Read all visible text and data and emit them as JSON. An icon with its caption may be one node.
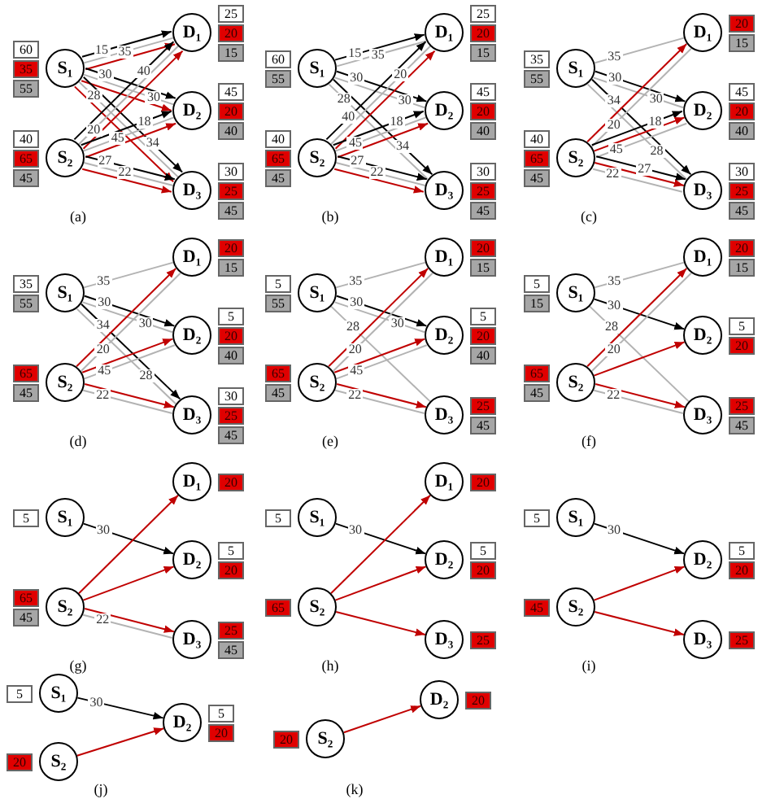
{
  "diagram": {
    "nodes": [
      {
        "text": [
          "S₁"
        ],
        "beside": [
          "60",
          "35",
          "55"
        ]
      },
      {
        "text": [
          "S₂"
        ],
        "beside": [
          "40",
          "65",
          "45"
        ]
      },
      {
        "text": [
          "D₁"
        ],
        "beside": [
          "25",
          "20",
          "15"
        ]
      },
      {
        "text": [
          "D₂"
        ],
        "beside": [
          "45",
          "20",
          "40"
        ]
      },
      {
        "text": [
          "D₃"
        ],
        "beside": [
          "30",
          "25",
          "45"
        ]
      },
      {
        "text": [
          "S₁"
        ],
        "beside": [
          "60",
          "55"
        ]
      },
      {
        "text": [
          "S₂"
        ],
        "beside": [
          "40",
          "65",
          "45"
        ]
      },
      {
        "text": [
          "D₁"
        ],
        "beside": [
          "25",
          "20",
          "15"
        ]
      },
      {
        "text": [
          "D₂"
        ],
        "beside": [
          "45",
          "20",
          "40"
        ]
      },
      {
        "text": [
          "D₃"
        ],
        "beside": [
          "30",
          "25",
          "45"
        ]
      },
      {
        "text": [
          "S₁"
        ],
        "beside": [
          "35",
          "55"
        ]
      },
      {
        "text": [
          "S₂"
        ],
        "beside": [
          "40",
          "65",
          "45"
        ]
      },
      {
        "text": [
          "D₁"
        ],
        "beside": [
          "20",
          "15"
        ]
      },
      {
        "text": [
          "D₂"
        ],
        "beside": [
          "45",
          "20",
          "40"
        ]
      },
      {
        "text": [
          "D₃"
        ],
        "beside": [
          "30",
          "25",
          "45"
        ]
      },
      {
        "text": [
          "S₁"
        ],
        "beside": [
          "35",
          "55"
        ]
      },
      {
        "text": [
          "S₂"
        ],
        "beside": [
          "65",
          "45"
        ]
      },
      {
        "text": [
          "D₁"
        ],
        "beside": [
          "20",
          "15"
        ]
      },
      {
        "text": [
          "D₂"
        ],
        "beside": [
          "5",
          "20",
          "40"
        ]
      },
      {
        "text": [
          "D₃"
        ],
        "beside": [
          "30",
          "25",
          "45"
        ]
      },
      {
        "text": [
          "S₁"
        ],
        "beside": [
          "5",
          "55"
        ]
      },
      {
        "text": [
          "S₂"
        ],
        "beside": [
          "65",
          "45"
        ]
      },
      {
        "text": [
          "D₁"
        ],
        "beside": [
          "20",
          "15"
        ]
      },
      {
        "text": [
          "D₂"
        ],
        "beside": [
          "5",
          "20",
          "40"
        ]
      },
      {
        "text": [
          "D₃"
        ],
        "beside": [
          "25",
          "45"
        ]
      },
      {
        "text": [
          "S₁"
        ],
        "beside": [
          "5",
          "15"
        ]
      },
      {
        "text": [
          "S₂"
        ],
        "beside": [
          "65",
          "45"
        ]
      },
      {
        "text": [
          "D₁"
        ],
        "beside": [
          "20",
          "15"
        ]
      },
      {
        "text": [
          "D₂"
        ],
        "beside": [
          "5",
          "20"
        ]
      },
      {
        "text": [
          "D₃"
        ],
        "beside": [
          "25",
          "45"
        ]
      },
      {
        "text": [
          "S₁"
        ],
        "beside": [
          "5"
        ]
      },
      {
        "text": [
          "S₂"
        ],
        "beside": [
          "65",
          "45"
        ]
      },
      {
        "text": [
          "D₁"
        ],
        "beside": [
          "20"
        ]
      },
      {
        "text": [
          "D₂"
        ],
        "beside": [
          "5",
          "20"
        ]
      },
      {
        "text": [
          "D₃"
        ],
        "beside": [
          "25",
          "45"
        ]
      },
      {
        "text": [
          "S₁"
        ],
        "beside": [
          "5"
        ]
      },
      {
        "text": [
          "S₂"
        ],
        "beside": [
          "65"
        ]
      },
      {
        "text": [
          "D₁"
        ],
        "beside": [
          "20"
        ]
      },
      {
        "text": [
          "D₂"
        ],
        "beside": [
          "5",
          "20"
        ]
      },
      {
        "text": [
          "D₃"
        ],
        "beside": [
          "25"
        ]
      },
      {
        "text": [
          "S₁"
        ],
        "beside": [
          "5"
        ]
      },
      {
        "text": [
          "S₂"
        ],
        "beside": [
          "45"
        ]
      },
      {
        "text": [
          "D₂"
        ],
        "beside": [
          "5",
          "20"
        ]
      },
      {
        "text": [
          "D₃"
        ],
        "beside": [
          "25"
        ]
      },
      {
        "text": [
          "S₁"
        ],
        "beside": [
          "5"
        ]
      },
      {
        "text": [
          "S₂"
        ],
        "beside": [
          "20"
        ]
      },
      {
        "text": [
          "D₂"
        ],
        "beside": [
          "5",
          "20"
        ]
      },
      {
        "text": [
          "S₂"
        ],
        "beside": [
          "20"
        ]
      },
      {
        "text": [
          "D₂"
        ],
        "beside": [
          "20"
        ]
      }
    ],
    "edges": [
      {
        "from": 0,
        "to": 2,
        "arrow": "to",
        "label": "15",
        "color": "#000000"
      },
      {
        "from": 0,
        "to": 2,
        "arrow": "none",
        "label": "35"
      },
      {
        "from": 0,
        "to": 2,
        "arrow": "to",
        "color": "#c00000"
      },
      {
        "from": 0,
        "to": 3,
        "arrow": "to",
        "label": "30",
        "color": "#000000"
      },
      {
        "from": 0,
        "to": 3,
        "arrow": "none",
        "label": "30"
      },
      {
        "from": 0,
        "to": 3,
        "arrow": "to",
        "color": "#c00000"
      },
      {
        "from": 0,
        "to": 4,
        "arrow": "to",
        "label": "34",
        "color": "#000000"
      },
      {
        "from": 0,
        "to": 4,
        "arrow": "none",
        "label": "28"
      },
      {
        "from": 0,
        "to": 4,
        "arrow": "to",
        "color": "#c00000"
      },
      {
        "from": 1,
        "to": 2,
        "arrow": "to",
        "label": "40",
        "color": "#000000"
      },
      {
        "from": 1,
        "to": 2,
        "arrow": "none",
        "label": "20"
      },
      {
        "from": 1,
        "to": 2,
        "arrow": "to",
        "color": "#c00000"
      },
      {
        "from": 1,
        "to": 3,
        "arrow": "to",
        "label": "18",
        "color": "#000000"
      },
      {
        "from": 1,
        "to": 3,
        "arrow": "none",
        "label": "45"
      },
      {
        "from": 1,
        "to": 3,
        "arrow": "to",
        "color": "#c00000"
      },
      {
        "from": 1,
        "to": 4,
        "arrow": "to",
        "label": "27",
        "color": "#000000"
      },
      {
        "from": 1,
        "to": 4,
        "arrow": "none",
        "label": "22"
      },
      {
        "from": 1,
        "to": 4,
        "arrow": "to",
        "color": "#c00000"
      },
      {
        "from": 5,
        "to": 7,
        "arrow": "to",
        "label": "15",
        "color": "#000000"
      },
      {
        "from": 5,
        "to": 7,
        "arrow": "none",
        "label": "35"
      },
      {
        "from": 5,
        "to": 8,
        "arrow": "to",
        "label": "30",
        "color": "#000000"
      },
      {
        "from": 5,
        "to": 8,
        "arrow": "none",
        "label": "30"
      },
      {
        "from": 5,
        "to": 9,
        "arrow": "to",
        "label": "34",
        "color": "#000000"
      },
      {
        "from": 5,
        "to": 9,
        "arrow": "none",
        "label": "28"
      },
      {
        "from": 6,
        "to": 7,
        "arrow": "to",
        "label": "40",
        "color": "#000000"
      },
      {
        "from": 6,
        "to": 7,
        "arrow": "none",
        "label": "20"
      },
      {
        "from": 6,
        "to": 7,
        "arrow": "to",
        "color": "#c00000"
      },
      {
        "from": 6,
        "to": 8,
        "arrow": "to",
        "label": "18",
        "color": "#000000"
      },
      {
        "from": 6,
        "to": 8,
        "arrow": "none",
        "label": "45"
      },
      {
        "from": 6,
        "to": 8,
        "arrow": "to",
        "color": "#c00000"
      },
      {
        "from": 6,
        "to": 9,
        "arrow": "to",
        "label": "27",
        "color": "#000000"
      },
      {
        "from": 6,
        "to": 9,
        "arrow": "none",
        "label": "22"
      },
      {
        "from": 6,
        "to": 9,
        "arrow": "to",
        "color": "#c00000"
      },
      {
        "from": 10,
        "to": 12,
        "arrow": "none",
        "label": "35"
      },
      {
        "from": 10,
        "to": 13,
        "arrow": "to",
        "label": "30",
        "color": "#000000"
      },
      {
        "from": 10,
        "to": 13,
        "arrow": "none",
        "label": "30"
      },
      {
        "from": 10,
        "to": 14,
        "arrow": "to",
        "label": "34",
        "color": "#000000"
      },
      {
        "from": 10,
        "to": 14,
        "arrow": "none",
        "label": "28"
      },
      {
        "from": 11,
        "to": 12,
        "arrow": "to",
        "color": "#c00000"
      },
      {
        "from": 11,
        "to": 12,
        "arrow": "none",
        "label": "20"
      },
      {
        "from": 11,
        "to": 13,
        "arrow": "to",
        "label": "18",
        "color": "#000000"
      },
      {
        "from": 11,
        "to": 13,
        "arrow": "to",
        "color": "#c00000"
      },
      {
        "from": 11,
        "to": 13,
        "arrow": "none",
        "label": "45"
      },
      {
        "from": 11,
        "to": 14,
        "arrow": "to",
        "label": "27",
        "color": "#000000"
      },
      {
        "from": 11,
        "to": 14,
        "arrow": "to",
        "color": "#c00000"
      },
      {
        "from": 11,
        "to": 14,
        "arrow": "none",
        "label": "22"
      },
      {
        "from": 15,
        "to": 17,
        "arrow": "none",
        "label": "35"
      },
      {
        "from": 15,
        "to": 18,
        "arrow": "to",
        "label": "30",
        "color": "#000000"
      },
      {
        "from": 15,
        "to": 18,
        "arrow": "none",
        "label": "30"
      },
      {
        "from": 15,
        "to": 19,
        "arrow": "to",
        "label": "34",
        "color": "#000000"
      },
      {
        "from": 15,
        "to": 19,
        "arrow": "none",
        "label": "28"
      },
      {
        "from": 16,
        "to": 17,
        "arrow": "to",
        "color": "#c00000"
      },
      {
        "from": 16,
        "to": 17,
        "arrow": "none",
        "label": "20"
      },
      {
        "from": 16,
        "to": 18,
        "arrow": "to",
        "color": "#c00000"
      },
      {
        "from": 16,
        "to": 18,
        "arrow": "none",
        "label": "45"
      },
      {
        "from": 16,
        "to": 19,
        "arrow": "to",
        "color": "#c00000"
      },
      {
        "from": 16,
        "to": 19,
        "arrow": "none",
        "label": "22"
      },
      {
        "from": 20,
        "to": 22,
        "arrow": "none",
        "label": "35"
      },
      {
        "from": 20,
        "to": 23,
        "arrow": "to",
        "label": "30",
        "color": "#000000"
      },
      {
        "from": 20,
        "to": 23,
        "arrow": "none",
        "label": "30"
      },
      {
        "from": 20,
        "to": 24,
        "arrow": "none",
        "label": "28"
      },
      {
        "from": 21,
        "to": 22,
        "arrow": "to",
        "color": "#c00000"
      },
      {
        "from": 21,
        "to": 22,
        "arrow": "none",
        "label": "20"
      },
      {
        "from": 21,
        "to": 23,
        "arrow": "to",
        "color": "#c00000"
      },
      {
        "from": 21,
        "to": 23,
        "arrow": "none",
        "label": "45"
      },
      {
        "from": 21,
        "to": 24,
        "arrow": "to",
        "color": "#c00000"
      },
      {
        "from": 21,
        "to": 24,
        "arrow": "none",
        "label": "22"
      },
      {
        "from": 25,
        "to": 27,
        "arrow": "none",
        "label": "35"
      },
      {
        "from": 25,
        "to": 28,
        "arrow": "to",
        "label": "30",
        "color": "#000000"
      },
      {
        "from": 25,
        "to": 29,
        "arrow": "none",
        "label": "28"
      },
      {
        "from": 26,
        "to": 27,
        "arrow": "to",
        "color": "#c00000"
      },
      {
        "from": 26,
        "to": 27,
        "arrow": "none",
        "label": "20"
      },
      {
        "from": 26,
        "to": 28,
        "arrow": "to",
        "color": "#c00000"
      },
      {
        "from": 26,
        "to": 29,
        "arrow": "to",
        "color": "#c00000"
      },
      {
        "from": 26,
        "to": 29,
        "arrow": "none",
        "label": "22"
      },
      {
        "from": 30,
        "to": 33,
        "arrow": "to",
        "label": "30",
        "color": "#000000"
      },
      {
        "from": 31,
        "to": 32,
        "arrow": "to",
        "color": "#c00000"
      },
      {
        "from": 31,
        "to": 33,
        "arrow": "to",
        "color": "#c00000"
      },
      {
        "from": 31,
        "to": 34,
        "arrow": "to",
        "color": "#c00000"
      },
      {
        "from": 31,
        "to": 34,
        "arrow": "none",
        "label": "22"
      },
      {
        "from": 35,
        "to": 38,
        "arrow": "to",
        "label": "30",
        "color": "#000000"
      },
      {
        "from": 36,
        "to": 37,
        "arrow": "to",
        "color": "#c00000"
      },
      {
        "from": 36,
        "to": 38,
        "arrow": "to",
        "color": "#c00000"
      },
      {
        "from": 36,
        "to": 39,
        "arrow": "to",
        "color": "#c00000"
      },
      {
        "from": 40,
        "to": 42,
        "arrow": "to",
        "label": "30",
        "color": "#000000"
      },
      {
        "from": 41,
        "to": 42,
        "arrow": "to",
        "color": "#c00000"
      },
      {
        "from": 41,
        "to": 43,
        "arrow": "to",
        "color": "#c00000"
      },
      {
        "from": 44,
        "to": 46,
        "arrow": "to",
        "label": "30",
        "color": "#000000"
      },
      {
        "from": 45,
        "to": 46,
        "arrow": "to",
        "color": "#c00000"
      },
      {
        "from": 47,
        "to": 48,
        "arrow": "to",
        "color": "#c00000"
      }
    ],
    "labels": [
      "(a)",
      "(b)",
      "(c)",
      "(d)",
      "(e)",
      "(f)",
      "(g)",
      "(h)",
      "(i)",
      "(j)",
      "(k)"
    ]
  }
}
